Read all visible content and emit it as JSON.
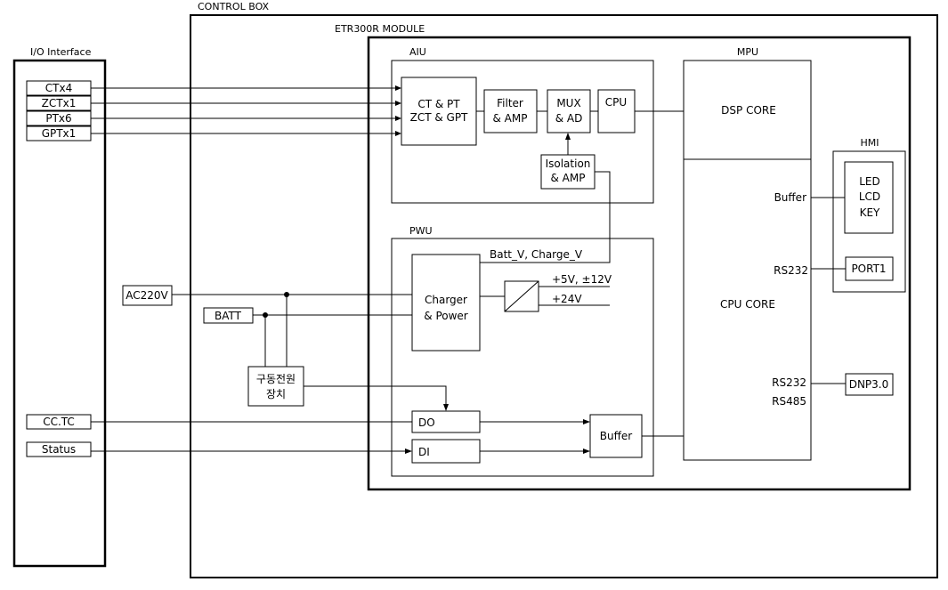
{
  "control_box": {
    "title": "CONTROL BOX"
  },
  "module": {
    "title": "ETR300R MODULE"
  },
  "io_interface": {
    "title": "I/O Interface",
    "ports": [
      "CTx4",
      "ZCTx1",
      "PTx6",
      "GPTx1"
    ],
    "ac": "AC220V",
    "batt": "BATT",
    "cc_tc": "CC.TC",
    "status": "Status"
  },
  "aiu": {
    "title": "AIU",
    "ct_pt": [
      "CT & PT",
      "ZCT & GPT"
    ],
    "filter": [
      "Filter",
      "& AMP"
    ],
    "mux": [
      "MUX",
      "& AD"
    ],
    "cpu": "CPU",
    "isolation": [
      "Isolation",
      "& AMP"
    ]
  },
  "mpu": {
    "title": "MPU",
    "dsp": "DSP CORE",
    "cpu_core": "CPU CORE",
    "buffer": "Buffer",
    "rs232_a": "RS232",
    "rs232_b": "RS232",
    "rs485": "RS485"
  },
  "hmi": {
    "title": "HMI",
    "items": [
      "LED",
      "LCD",
      "KEY"
    ],
    "port": "PORT1"
  },
  "dnp": "DNP3.0",
  "pwu": {
    "title": "PWU",
    "batt_charge": "Batt_V, Charge_V",
    "charger": [
      "Charger",
      "& Power"
    ],
    "v1": "+5V, ±12V",
    "v2": "+24V",
    "do": "DO",
    "di": "DI",
    "buffer": "Buffer"
  },
  "drive": {
    "lines": [
      "구동전원",
      "장치"
    ]
  }
}
